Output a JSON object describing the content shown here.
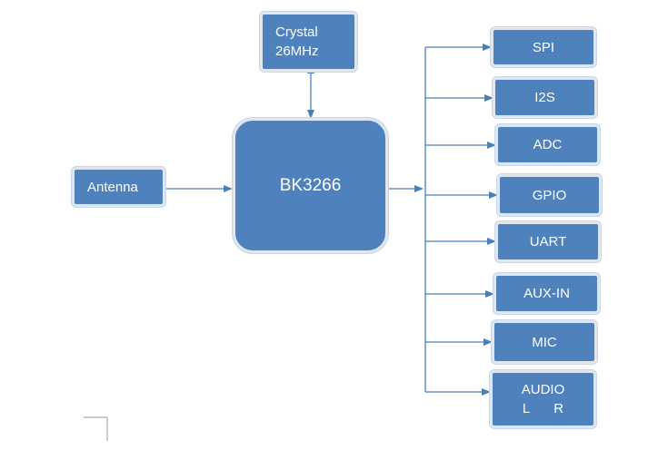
{
  "antenna": {
    "label": "Antenna"
  },
  "crystal": {
    "line1": "Crystal",
    "line2": "26MHz"
  },
  "chip": {
    "label": "BK3266"
  },
  "peripherals": [
    {
      "label": "SPI"
    },
    {
      "label": "I2S"
    },
    {
      "label": "ADC"
    },
    {
      "label": "GPIO"
    },
    {
      "label": "UART"
    },
    {
      "label": "AUX-IN"
    },
    {
      "label": "MIC"
    }
  ],
  "audio": {
    "line1": "AUDIO",
    "left": "L",
    "right": "R"
  },
  "colors": {
    "box_fill": "#4f81bd",
    "connector": "#4a7ebb",
    "text": "#ffffff"
  }
}
